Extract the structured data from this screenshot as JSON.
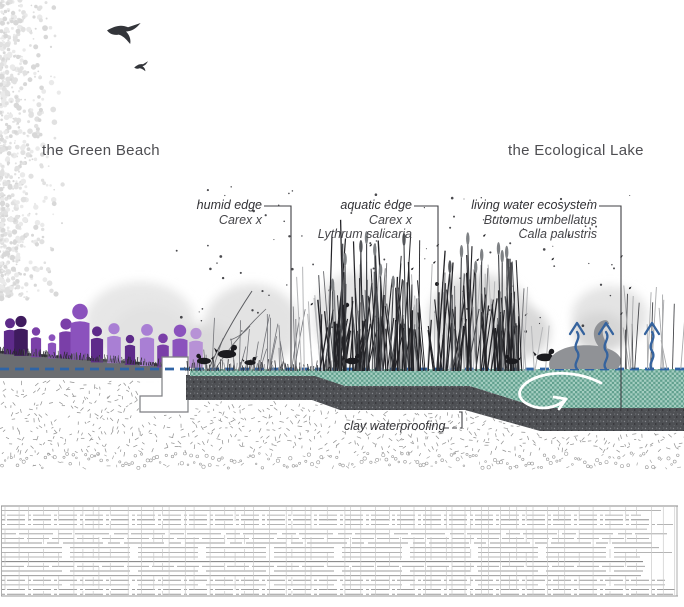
{
  "titles": {
    "left": "the Green Beach",
    "right": "the Ecological Lake"
  },
  "annotations": [
    {
      "title": "humid edge",
      "species": [
        "Carex x"
      ]
    },
    {
      "title": "aquatic edge",
      "species": [
        "Carex x",
        "Lythrum salicaria"
      ]
    },
    {
      "title": "living water ecosystem",
      "species": [
        "Butomus umbellatus",
        "Calla palustris"
      ]
    }
  ],
  "callouts": {
    "clay": "clay waterproofing"
  },
  "icons": {
    "flying_birds": "bird-silhouettes",
    "swan": "swan-silhouette",
    "ducks": "duck-silhouettes",
    "evaporation_arrows": "wavy-up-arrows",
    "circulation_arrow": "curved-white-arrow",
    "water_level": "blue-dashed-line"
  },
  "colors": {
    "label_text": "#3c3c40",
    "title_text": "#4e4e52",
    "water_base": "#a5cec1",
    "water_dot": "#61a08e",
    "clay_dark": "#4e5054",
    "ground_band": "#6b6d71",
    "dash_blue": "#2f64a6",
    "arrow_blue": "#35639e",
    "foliage_light": "#e2e2e2",
    "reed_dark": "#232327",
    "people_purples": [
      "#3f1b5e",
      "#5e2b8a",
      "#7a3fa8",
      "#8b52bd",
      "#a97fd4",
      "#b792d6"
    ]
  }
}
